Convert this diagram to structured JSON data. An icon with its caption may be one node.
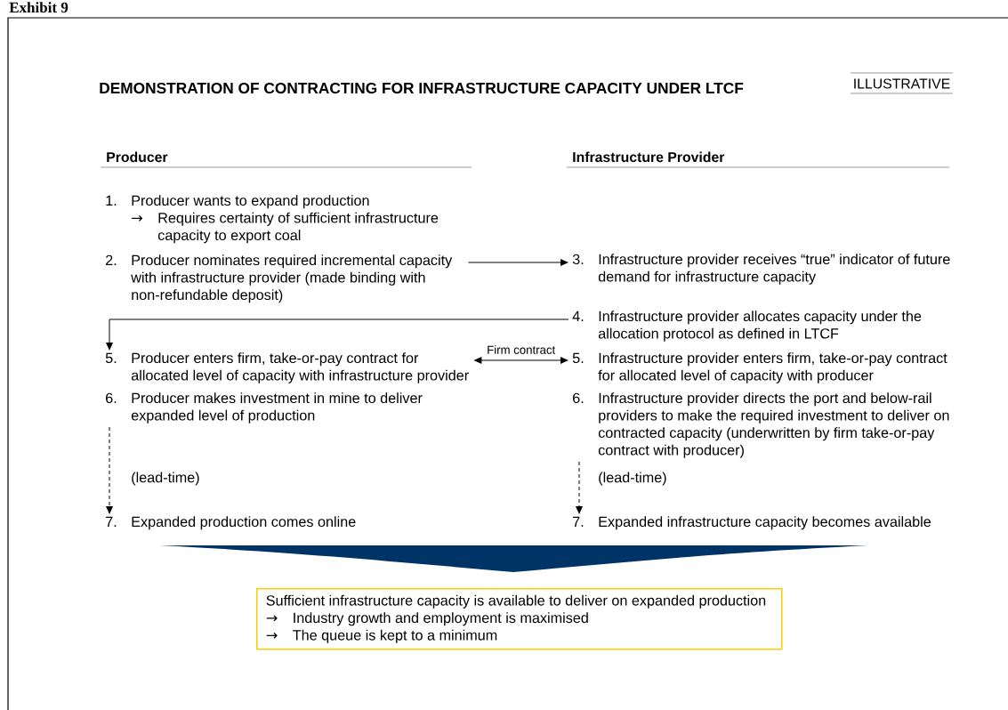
{
  "diagram": {
    "title": "DEMONSTRATION OF CONTRACTING FOR INFRASTRUCTURE CAPACITY UNDER LTCF",
    "nodes": [
      {
        "text": [
          "1.",
          "Producer wants to expand production",
          "→",
          "Requires certainty of sufficient infrastructure capacity to export coal"
        ]
      },
      {
        "text": [
          "2.",
          "Producer nominates required incremental capacity with infrastructure provider (made binding with non-refundable deposit)"
        ]
      },
      {
        "text": [
          "3.",
          "Infrastructure provider receives “true” indicator of future demand for infrastructure capacity"
        ]
      },
      {
        "text": [
          "4.",
          "Infrastructure provider allocates capacity under the allocation protocol as defined in LTCF"
        ]
      },
      {
        "text": [
          "5.",
          "Producer enters firm, take-or-pay contract for allocated level of capacity with infrastructure provider"
        ]
      },
      {
        "text": [
          "5.",
          "Infrastructure provider enters firm, take-or-pay contract for allocated level of capacity with producer"
        ]
      },
      {
        "text": [
          "6.",
          "Producer makes investment in mine to deliver expanded level of production"
        ]
      },
      {
        "text": [
          "6.",
          "Infrastructure provider directs the port and below-rail providers to make the required investment to deliver on contracted capacity (underwritten by firm take-or-pay contract with producer)"
        ]
      },
      {
        "text": [
          "7.",
          "Expanded production comes online"
        ]
      },
      {
        "text": [
          "7.",
          "Expanded infrastructure capacity becomes available"
        ]
      },
      {
        "text": [],
        "shape": "chevron"
      },
      {
        "text": [
          "Sufficient infrastructure capacity is available to deliver on expanded production",
          "→",
          "Industry growth and employment is maximised",
          "→",
          "The queue is kept to a minimum"
        ]
      }
    ],
    "edges": [
      {
        "from": 1,
        "to": 2,
        "arrow": "to"
      },
      {
        "from": 3,
        "to": 4,
        "arrow": "to"
      },
      {
        "from": 4,
        "to": 5,
        "arrow": "both",
        "label": "Firm contract"
      },
      {
        "from": 6,
        "to": 8,
        "arrow": "to",
        "style": "dashed",
        "label": "(lead-time)"
      },
      {
        "from": 7,
        "to": 9,
        "arrow": "to",
        "style": "dashed",
        "label": "(lead-time)"
      }
    ],
    "labels": [
      "Exhibit 9",
      "ILLUSTRATIVE",
      "Producer",
      "Infrastructure Provider"
    ]
  }
}
